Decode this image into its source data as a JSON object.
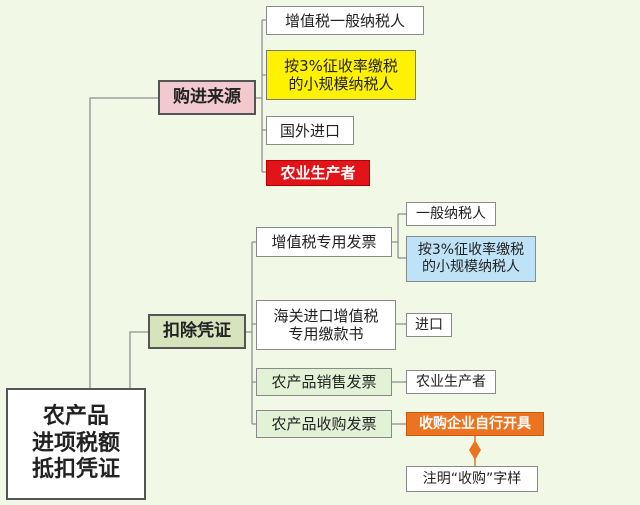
{
  "root": {
    "label": "农产品\n进项税额\n抵扣凭证"
  },
  "purchase": {
    "label": "购进来源",
    "items": [
      {
        "label": "增值税一般纳税人"
      },
      {
        "label": "按3%征收率缴税\n的小规模纳税人"
      },
      {
        "label": "国外进口"
      },
      {
        "label": "农业生产者"
      }
    ]
  },
  "deduct": {
    "label": "扣除凭证",
    "items": [
      {
        "label": "增值税专用发票",
        "subs": [
          {
            "label": "一般纳税人"
          },
          {
            "label": "按3%征收率缴税\n的小规模纳税人"
          }
        ]
      },
      {
        "label": "海关进口增值税\n专用缴款书",
        "subs": [
          {
            "label": "进口"
          }
        ]
      },
      {
        "label": "农产品销售发票",
        "subs": [
          {
            "label": "农业生产者"
          }
        ]
      },
      {
        "label": "农产品收购发票",
        "subs": [
          {
            "label": "收购企业自行开具"
          }
        ],
        "note": {
          "label": "注明“收购”字样"
        }
      }
    ]
  },
  "colors": {
    "background": "#f2f8e6",
    "purchase_category": "#f1c9cf",
    "deduct_category": "#d7e3bd",
    "highlight_yellow": "#fff200",
    "highlight_red": "#e2141a",
    "highlight_blue": "#bfe3f6",
    "highlight_green": "#e1f2d6",
    "highlight_orange": "#ec7421"
  }
}
